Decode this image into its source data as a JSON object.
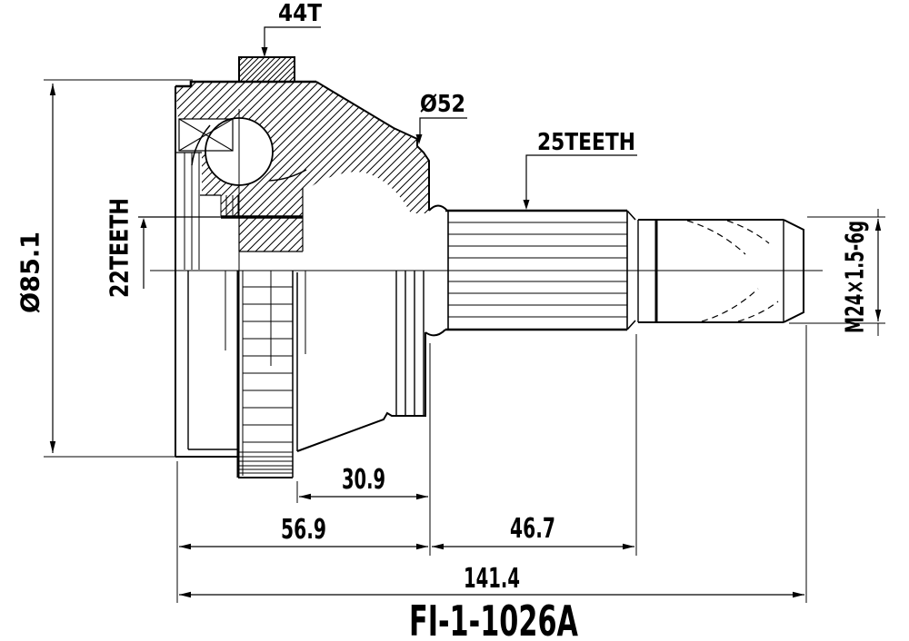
{
  "drawing": {
    "part_number": "FI-1-1026A",
    "colors": {
      "line": "#000000",
      "background": "#ffffff"
    },
    "labels": {
      "ring_teeth": "44T",
      "outer_diameter": "Ø85.1",
      "boot_diameter": "Ø52",
      "shaft_spline": "25TEETH",
      "inner_spline": "22TEETH",
      "thread": "M24×1.5-6g"
    },
    "dimensions": {
      "ring_offset": "30.9",
      "bell_length": "56.9",
      "shaft_length": "46.7",
      "total_length": "141.4"
    }
  }
}
